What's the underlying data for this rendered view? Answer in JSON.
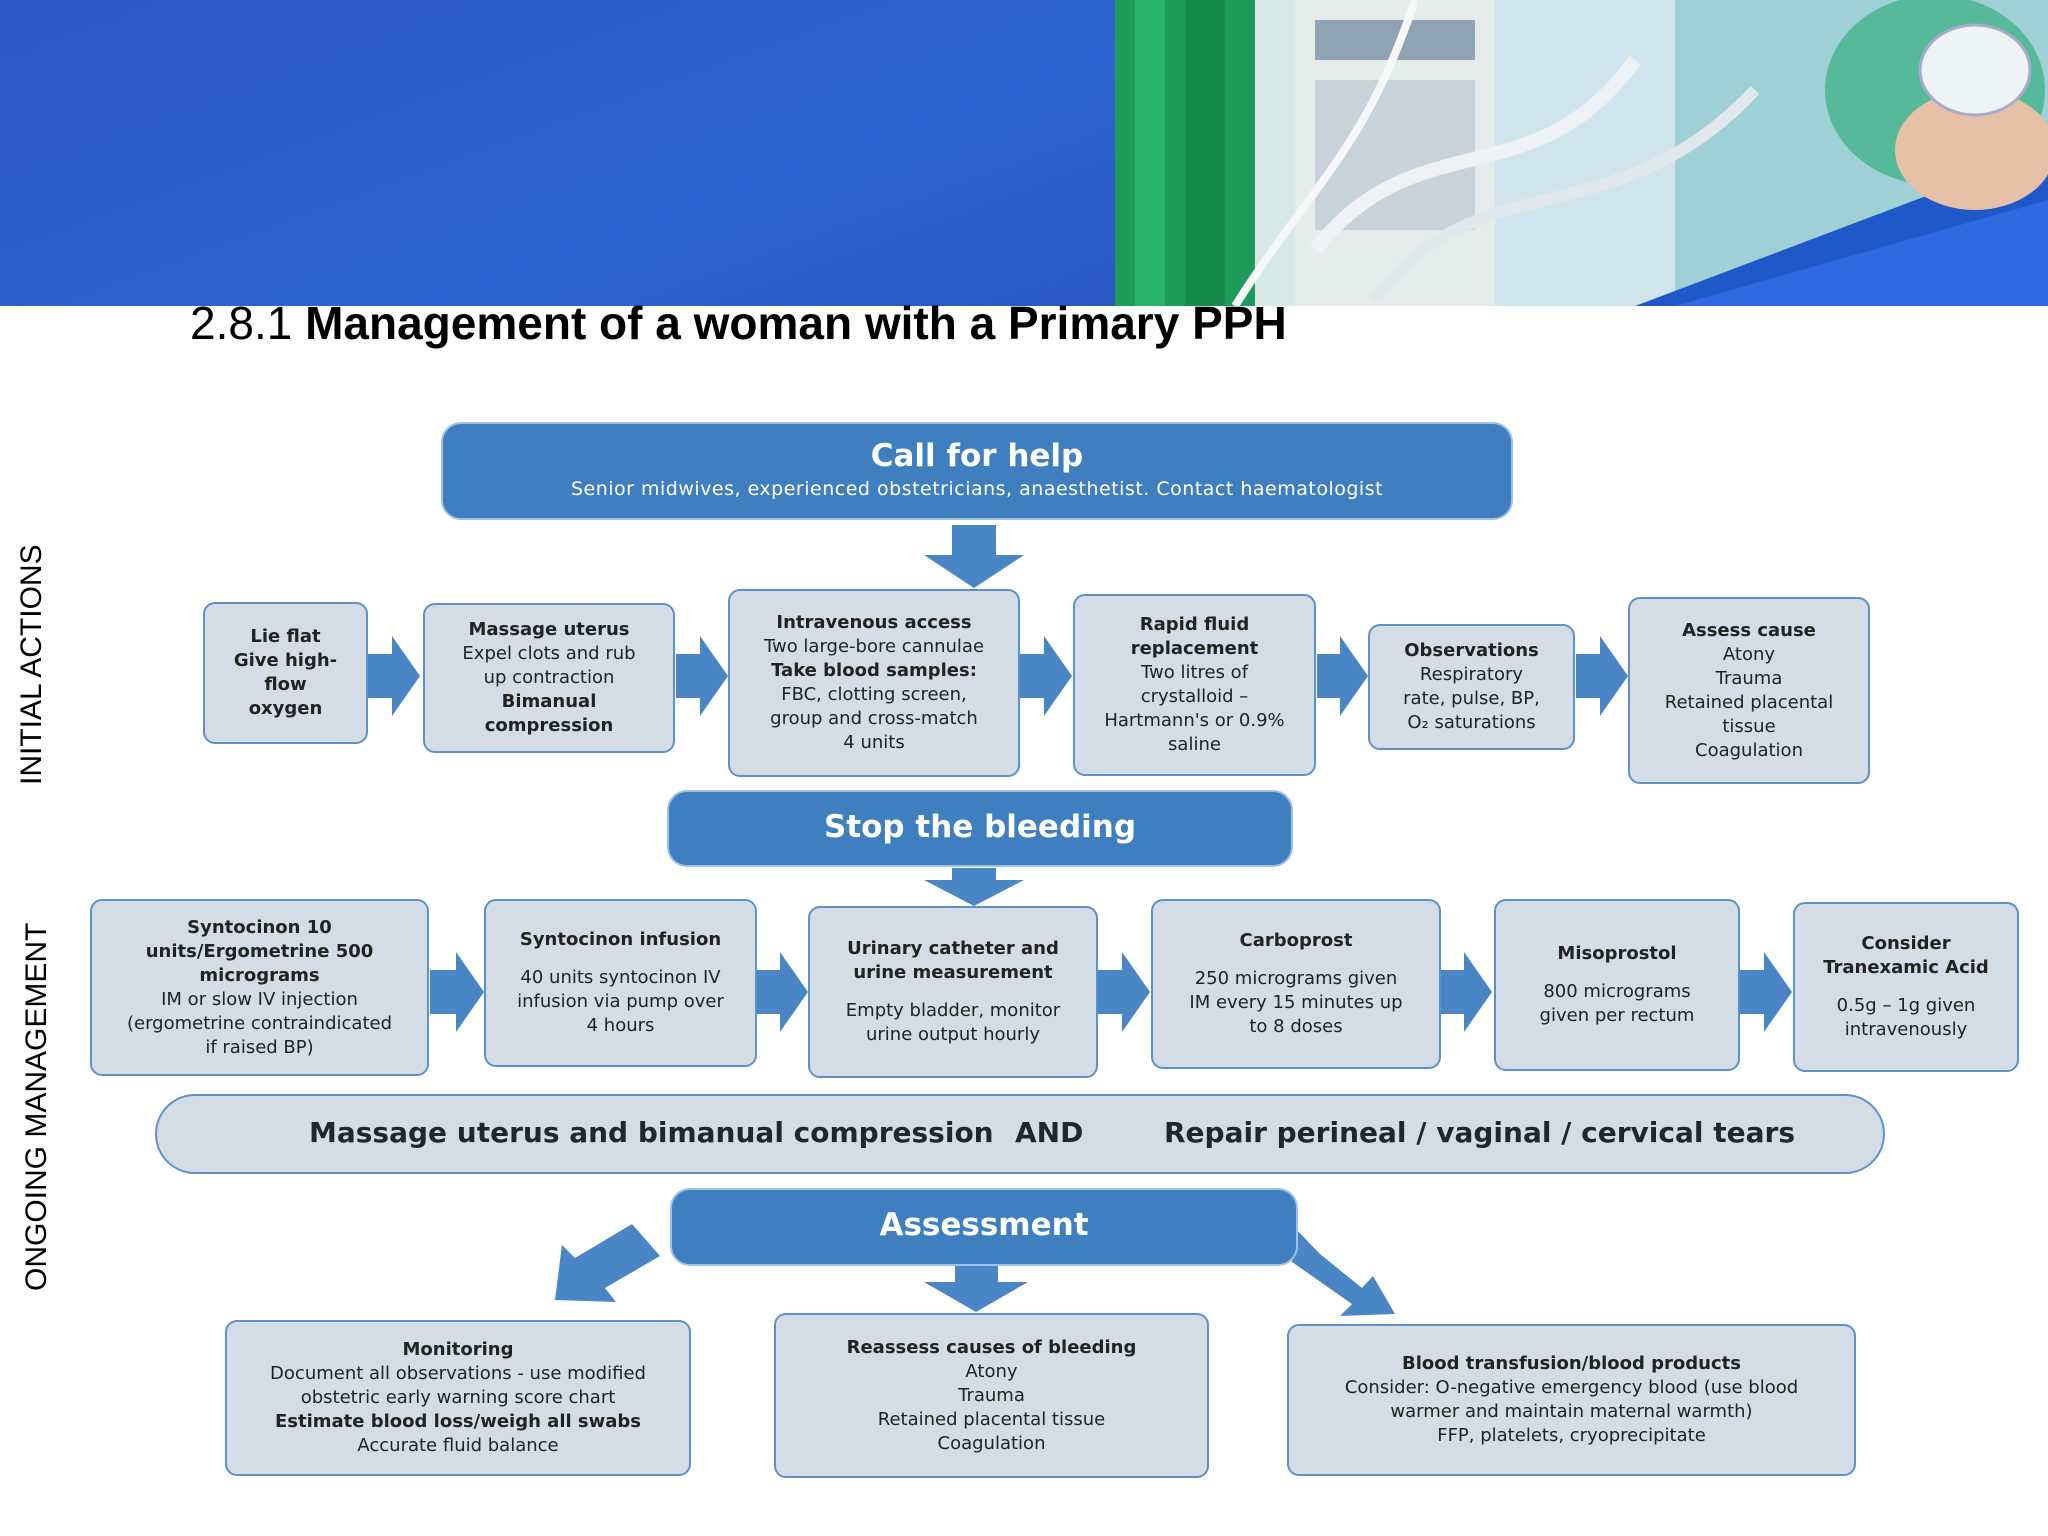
{
  "title": {
    "prefix": "2.8.1 ",
    "main": "Management of a woman with a Primary PPH"
  },
  "side_labels": {
    "initial": "INITIAL ACTIONS",
    "ongoing": "ONGOING MANAGEMENT"
  },
  "call_for_help": {
    "heading": "Call for help",
    "sub": "Senior midwives, experienced obstetricians, anaesthetist. Contact haematologist"
  },
  "initial_boxes": [
    {
      "lines": [
        {
          "t": "Lie flat",
          "b": true
        },
        {
          "t": "Give high-",
          "b": true
        },
        {
          "t": "flow",
          "b": true
        },
        {
          "t": "oxygen",
          "b": true
        }
      ]
    },
    {
      "lines": [
        {
          "t": "Massage uterus",
          "b": true
        },
        {
          "t": "Expel clots and rub"
        },
        {
          "t": "up contraction"
        },
        {
          "t": "Bimanual",
          "b": true
        },
        {
          "t": "compression",
          "b": true
        }
      ]
    },
    {
      "lines": [
        {
          "t": "Intravenous access",
          "b": true
        },
        {
          "t": "Two large-bore cannulae"
        },
        {
          "t": "Take blood samples:",
          "b": true
        },
        {
          "t": "FBC, clotting screen,"
        },
        {
          "t": "group and cross-match"
        },
        {
          "t": "4 units"
        }
      ]
    },
    {
      "lines": [
        {
          "t": "Rapid fluid",
          "b": true
        },
        {
          "t": "replacement",
          "b": true
        },
        {
          "t": "Two litres of"
        },
        {
          "t": "crystalloid –"
        },
        {
          "t": "Hartmann's or 0.9%"
        },
        {
          "t": "saline"
        }
      ]
    },
    {
      "lines": [
        {
          "t": "Observations",
          "b": true
        },
        {
          "t": "Respiratory"
        },
        {
          "t": "rate, pulse, BP,"
        },
        {
          "t": "O₂ saturations"
        }
      ]
    },
    {
      "lines": [
        {
          "t": "Assess cause",
          "b": true
        },
        {
          "t": "Atony"
        },
        {
          "t": "Trauma"
        },
        {
          "t": "Retained placental"
        },
        {
          "t": "tissue"
        },
        {
          "t": "Coagulation"
        }
      ]
    }
  ],
  "stop_bleeding": {
    "heading": "Stop the bleeding"
  },
  "ongoing_boxes": [
    {
      "lines": [
        {
          "t": "Syntocinon 10",
          "b": true
        },
        {
          "t": "units/Ergometrine 500",
          "b": true
        },
        {
          "t": "micrograms",
          "b": true
        },
        {
          "t": "IM or slow IV injection"
        },
        {
          "t": "(ergometrine contraindicated"
        },
        {
          "t": "if raised BP)"
        }
      ]
    },
    {
      "lines": [
        {
          "t": "Syntocinon infusion",
          "b": true
        },
        {
          "t": "",
          "gap": true
        },
        {
          "t": "40 units syntocinon IV"
        },
        {
          "t": "infusion via pump over"
        },
        {
          "t": "4 hours"
        }
      ]
    },
    {
      "lines": [
        {
          "t": "Urinary catheter and",
          "b": true
        },
        {
          "t": "urine measurement",
          "b": true
        },
        {
          "t": "",
          "gap": true
        },
        {
          "t": "Empty bladder, monitor"
        },
        {
          "t": "urine output hourly"
        }
      ]
    },
    {
      "lines": [
        {
          "t": "Carboprost",
          "b": true
        },
        {
          "t": "",
          "gap": true
        },
        {
          "t": "250 micrograms given"
        },
        {
          "t": "IM every 15 minutes up"
        },
        {
          "t": "to 8 doses"
        }
      ]
    },
    {
      "lines": [
        {
          "t": "Misoprostol",
          "b": true
        },
        {
          "t": "",
          "gap": true
        },
        {
          "t": "800 micrograms"
        },
        {
          "t": "given per rectum"
        }
      ]
    },
    {
      "lines": [
        {
          "t": "Consider",
          "b": true
        },
        {
          "t": "Tranexamic Acid",
          "b": true
        },
        {
          "t": "",
          "gap": true
        },
        {
          "t": "0.5g – 1g given"
        },
        {
          "t": "intravenously"
        }
      ]
    }
  ],
  "band": {
    "left": "Massage uterus and bimanual compression",
    "and": "AND",
    "right": "Repair perineal / vaginal / cervical tears"
  },
  "assessment": {
    "heading": "Assessment"
  },
  "assessment_boxes": [
    {
      "lines": [
        {
          "t": "Monitoring",
          "b": true
        },
        {
          "t": "Document all observations - use modified"
        },
        {
          "t": "obstetric early warning score chart"
        },
        {
          "t": "Estimate blood loss/weigh all swabs",
          "b": true
        },
        {
          "t": "Accurate fluid balance"
        }
      ]
    },
    {
      "lines": [
        {
          "t": "Reassess causes of bleeding",
          "b": true
        },
        {
          "t": "Atony"
        },
        {
          "t": "Trauma"
        },
        {
          "t": "Retained placental tissue"
        },
        {
          "t": "Coagulation"
        }
      ]
    },
    {
      "lines": [
        {
          "t": "Blood transfusion/blood products",
          "b": true
        },
        {
          "t": "Consider: O-negative emergency blood (use blood"
        },
        {
          "t": "warmer and maintain maternal warmth)"
        },
        {
          "t": "FFP, platelets, cryoprecipitate"
        }
      ]
    }
  ],
  "colors": {
    "header_blue": "#3f7fc0",
    "box_fill": "#d4dce6",
    "box_border": "#5d91c8",
    "arrow_blue": "#4a86c5",
    "banner_blue": "#2f63d2"
  }
}
